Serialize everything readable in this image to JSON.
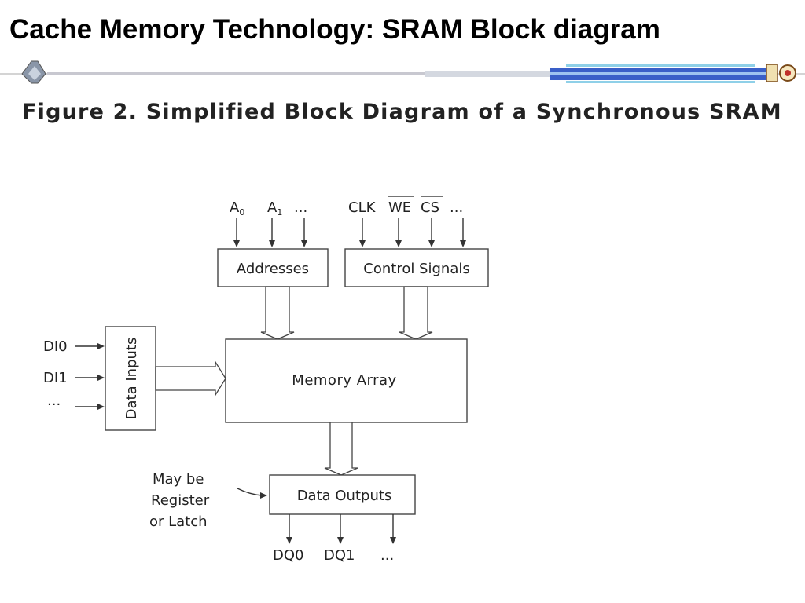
{
  "slide": {
    "title": "Cache Memory Technology: SRAM Block diagram"
  },
  "figure": {
    "caption": "Figure 2. Simplified Block Diagram of a Synchronous SRAM"
  },
  "diagram": {
    "address_inputs": {
      "a0": "A",
      "a0_sub": "0",
      "a1": "A",
      "a1_sub": "1",
      "more": "..."
    },
    "control_inputs": {
      "clk": "CLK",
      "we": "WE",
      "cs": "CS",
      "more": "..."
    },
    "blocks": {
      "addresses": "Addresses",
      "control_signals": "Control Signals",
      "memory_array": "Memory Array",
      "data_inputs": "Data Inputs",
      "data_outputs": "Data Outputs"
    },
    "data_in_signals": [
      "DI0",
      "DI1",
      "..."
    ],
    "data_out_signals": [
      "DQ0",
      "DQ1",
      "..."
    ],
    "note": [
      "May be",
      "Register",
      "or Latch"
    ]
  }
}
